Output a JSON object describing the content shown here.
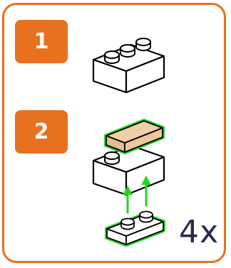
{
  "steps": [
    {
      "number": "1"
    },
    {
      "number": "2"
    }
  ],
  "quantity_label": "4x",
  "colors": {
    "accent": "#e8711f",
    "highlight": "#22d622",
    "tile": "#f0d0a8",
    "brick": "#ffffff",
    "outline": "#000000",
    "quantity_text": "#2e2450"
  },
  "icons": {
    "step1": "white-1x3-brick-icon",
    "step2_stack": "white-brick-with-tan-tile-icon",
    "step2_part": "white-1x2-plate-icon",
    "step2_arrows": "up-arrow-icon"
  }
}
